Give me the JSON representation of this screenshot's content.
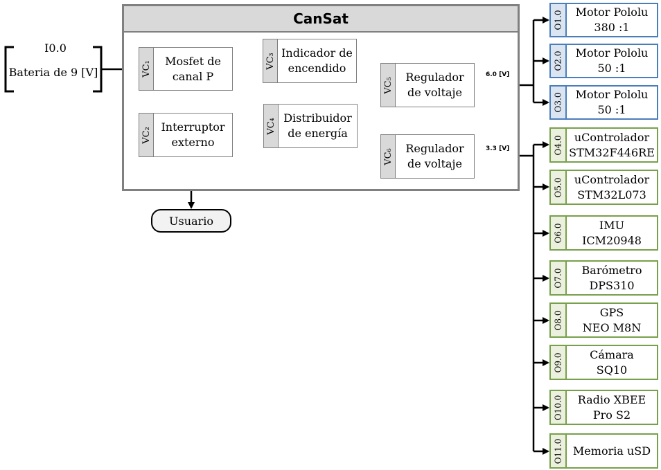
{
  "title": "CanSat",
  "battery": {
    "channel": "I0.0",
    "label": "Bateria de 9 [V]"
  },
  "user": "Usuario",
  "blocks": {
    "vc1": {
      "tag": "VC₁",
      "line1": "Mosfet de",
      "line2": "canal P"
    },
    "vc2": {
      "tag": "VC₂",
      "line1": "Interruptor",
      "line2": "externo"
    },
    "vc3": {
      "tag": "VC₃",
      "line1": "Indicador de",
      "line2": "encendido"
    },
    "vc4": {
      "tag": "VC₄",
      "line1": "Distribuidor",
      "line2": "de energía"
    },
    "vc5": {
      "tag": "VC₅",
      "line1": "Regulador",
      "line2": "de voltaje"
    },
    "vc6": {
      "tag": "VC₆",
      "line1": "Regulador",
      "line2": "de voltaje"
    }
  },
  "voltages": {
    "high": "6.0 [V]",
    "low": "3.3 [V]"
  },
  "outputs": [
    {
      "tag": "O1.0",
      "line1": "Motor Pololu",
      "line2": "380 :1"
    },
    {
      "tag": "O2.0",
      "line1": "Motor Pololu",
      "line2": "50 :1"
    },
    {
      "tag": "O3.0",
      "line1": "Motor Pololu",
      "line2": "50 :1"
    },
    {
      "tag": "O4.0",
      "line1": "uControlador",
      "line2": "STM32F446RE"
    },
    {
      "tag": "O5.0",
      "line1": "uControlador",
      "line2": "STM32L073"
    },
    {
      "tag": "O6.0",
      "line1": "IMU",
      "line2": "ICM20948"
    },
    {
      "tag": "O7.0",
      "line1": "Barómetro",
      "line2": "DPS310"
    },
    {
      "tag": "O8.0",
      "line1": "GPS",
      "line2": "NEO M8N"
    },
    {
      "tag": "O9.0",
      "line1": "Cámara",
      "line2": "SQ10"
    },
    {
      "tag": "O10.0",
      "line1": "Radio XBEE",
      "line2": "Pro S2"
    },
    {
      "tag": "O11.0",
      "line1": "Memoria uSD",
      "line2": ""
    }
  ],
  "colors": {
    "motor_border": "#4a7ebb",
    "motor_tag": "#dbe5f1",
    "module_border": "#77a04b",
    "module_tag": "#ebf1de",
    "internal_wire": "#808080"
  }
}
